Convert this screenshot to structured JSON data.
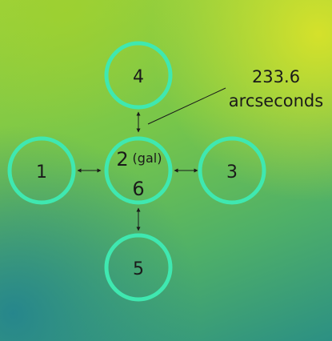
{
  "diagram": {
    "nodes": [
      {
        "id": "center",
        "label": "2",
        "sublabel": "(gal)",
        "bottom_label": "6"
      },
      {
        "id": "left",
        "label": "1"
      },
      {
        "id": "right",
        "label": "3"
      },
      {
        "id": "top",
        "label": "4"
      },
      {
        "id": "bottom",
        "label": "5"
      }
    ],
    "annotation": {
      "line1": "233.6",
      "line2": "arcseconds"
    },
    "colors": {
      "node_stroke": "#3fe8b0",
      "text": "#1a1a1a"
    }
  }
}
